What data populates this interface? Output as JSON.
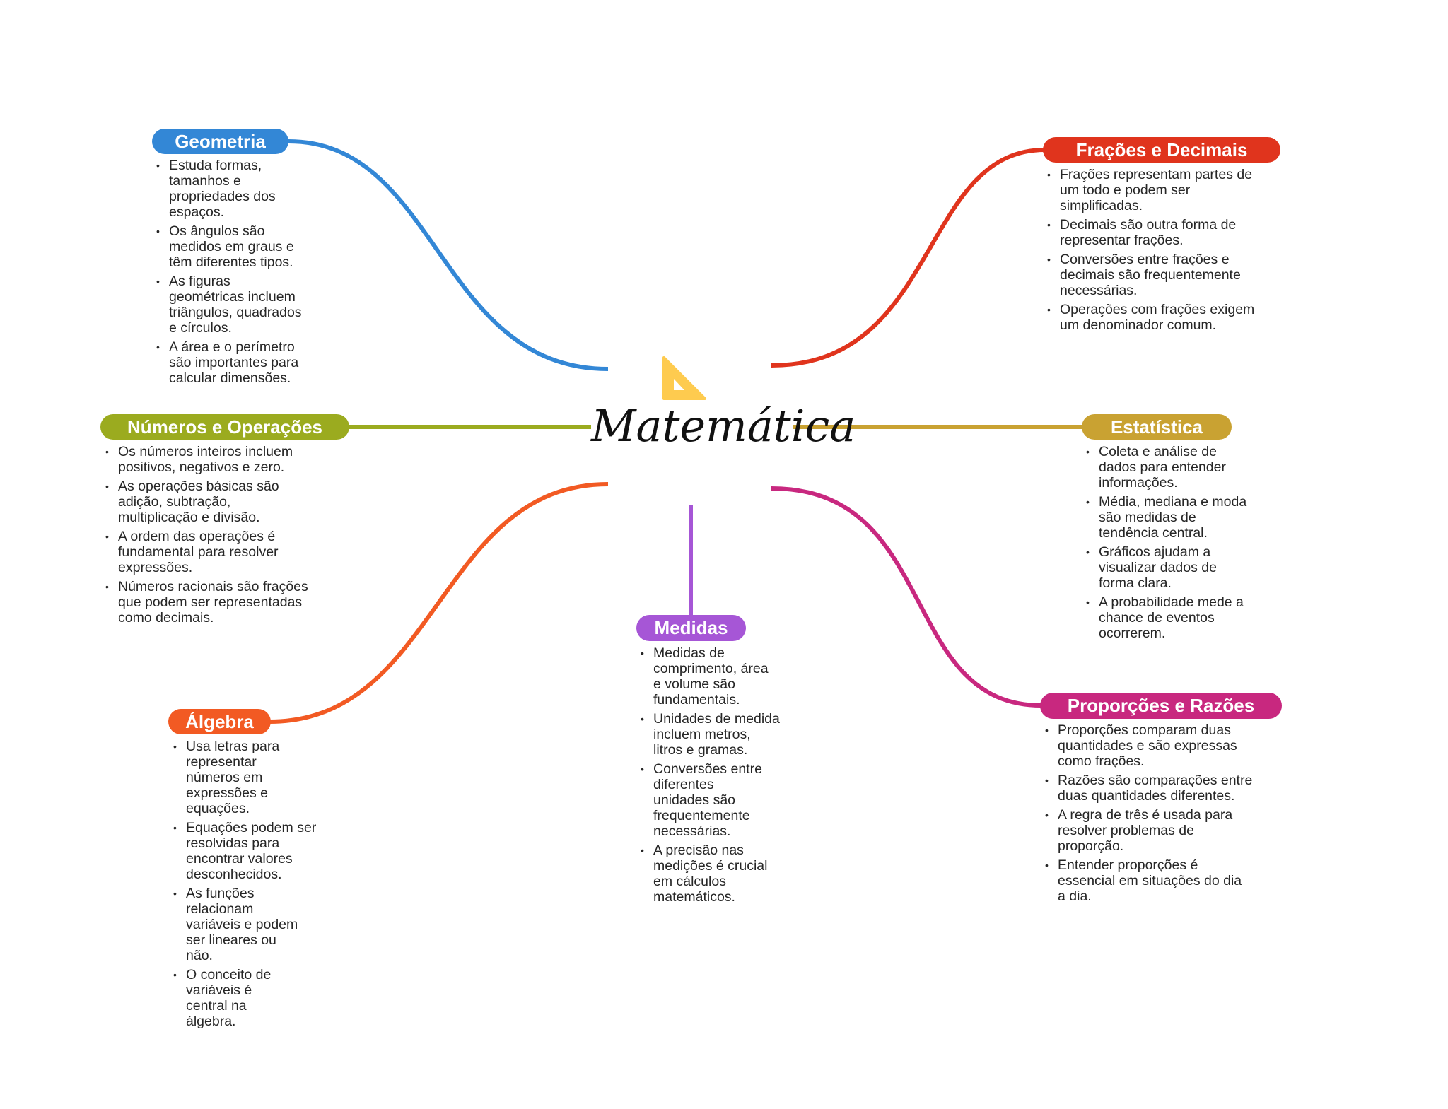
{
  "center": {
    "title": "Matemática",
    "icon": "set-square-icon",
    "icon_color": "#fecb4f"
  },
  "branches": [
    {
      "id": "geometria",
      "label": "Geometria",
      "color": "#3387d6",
      "items": [
        "Estuda formas,\ntamanhos e\npropriedades dos\nespaços.",
        "Os ângulos são\nmedidos em graus e\ntêm diferentes tipos.",
        "As figuras\ngeométricas incluem\ntriângulos, quadrados\ne círculos.",
        "A área e o perímetro\nsão importantes para\ncalcular dimensões."
      ]
    },
    {
      "id": "fracoes",
      "label": "Frações e Decimais",
      "color": "#e0341d",
      "items": [
        "Frações representam partes de\num todo e podem ser\nsimplificadas.",
        "Decimais são outra forma de\nrepresentar frações.",
        "Conversões entre frações e\ndecimais são frequentemente\nnecessárias.",
        "Operações com frações exigem\num denominador comum."
      ]
    },
    {
      "id": "numeros",
      "label": "Números e Operações",
      "color": "#9bab1f",
      "items": [
        "Os números inteiros incluem\npositivos, negativos e zero.",
        "As operações básicas são\nadição, subtração,\nmultiplicação e divisão.",
        "A ordem das operações é\nfundamental para resolver\nexpressões.",
        "Números racionais são frações\nque podem ser representadas\ncomo decimais."
      ]
    },
    {
      "id": "estatistica",
      "label": "Estatística",
      "color": "#c9a232",
      "items": [
        "Coleta e análise de\ndados para entender\ninformações.",
        "Média, mediana e moda\nsão medidas de\ntendência central.",
        "Gráficos ajudam a\nvisualizar dados de\nforma clara.",
        "A probabilidade mede a\nchance de eventos\nocorrerem."
      ]
    },
    {
      "id": "algebra",
      "label": "Álgebra",
      "color": "#f25a23",
      "items": [
        "Usa letras para\nrepresentar\nnúmeros em\nexpressões e\nequações.",
        "Equações podem ser\nresolvidas para\nencontrar valores\ndesconhecidos.",
        "As funções\nrelacionam\nvariáveis e podem\nser lineares ou\nnão.",
        "O conceito de\nvariáveis é\ncentral na\nálgebra."
      ]
    },
    {
      "id": "medidas",
      "label": "Medidas",
      "color": "#a656d6",
      "items": [
        "Medidas de\ncomprimento, área\ne volume são\nfundamentais.",
        "Unidades de medida\nincluem metros,\nlitros e gramas.",
        "Conversões entre\ndiferentes\nunidades são\nfrequentemente\nnecessárias.",
        "A precisão nas\nmedições é crucial\nem cálculos\nmatemáticos."
      ]
    },
    {
      "id": "proporcoes",
      "label": "Proporções e Razões",
      "color": "#c8287f",
      "items": [
        "Proporções comparam duas\nquantidades e são expressas\ncomo frações.",
        "Razões são comparações entre\nduas quantidades diferentes.",
        "A regra de três é usada para\nresolver problemas de\nproporção.",
        "Entender proporções é\nessencial em situações do dia\na dia."
      ]
    }
  ]
}
